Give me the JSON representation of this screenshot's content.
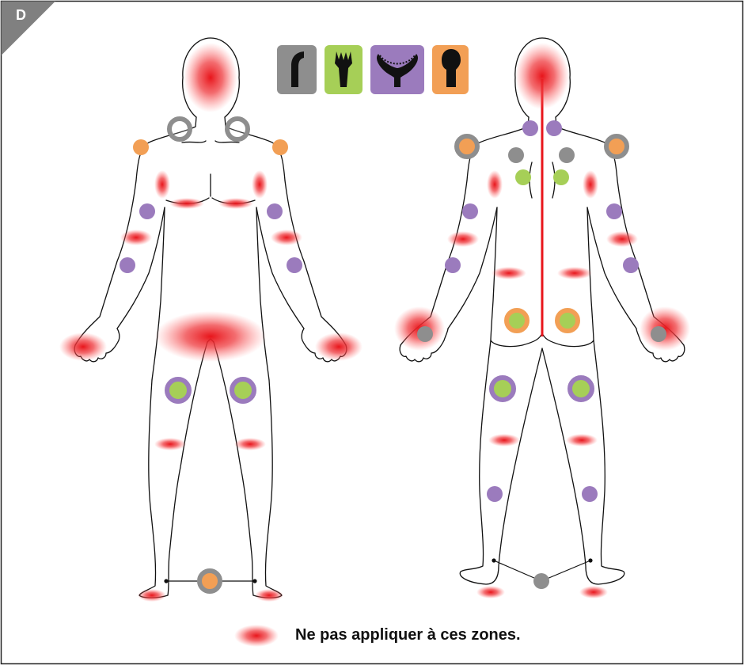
{
  "corner_label": "D",
  "legend_caption": "Ne pas appliquer à ces zones.",
  "colors": {
    "gray": "#8e8e8e",
    "green": "#a6cf57",
    "purple": "#9b7bbd",
    "orange": "#f29f55",
    "red": "#e8151b",
    "outline": "#111111"
  },
  "tool_icons": [
    {
      "name": "hook-attachment-icon",
      "color_key": "gray"
    },
    {
      "name": "brush-attachment-icon",
      "color_key": "green"
    },
    {
      "name": "arch-attachment-icon",
      "color_key": "purple"
    },
    {
      "name": "mushroom-attachment-icon",
      "color_key": "orange"
    }
  ]
}
